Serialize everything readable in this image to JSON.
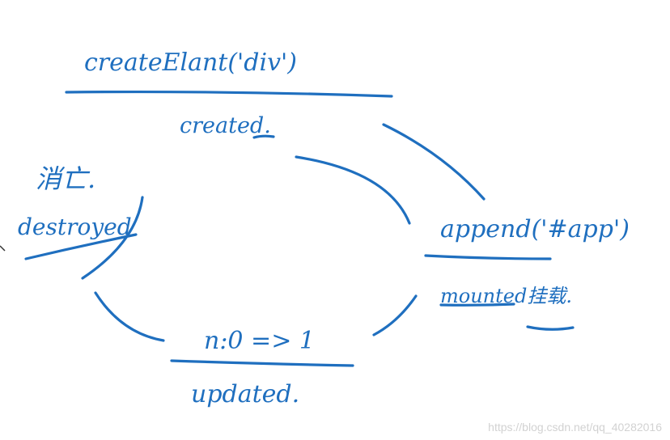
{
  "diagram": {
    "stroke_color": "#1f6fbf",
    "labels": {
      "create_element": "createElant('div')",
      "created": "created.",
      "append": "append('#app')",
      "mounted": "mounted挂载.",
      "update_cond": "n:0 => 1",
      "updated": "updated.",
      "destroy_cn": "消亡.",
      "destroyed": "destroyed"
    }
  },
  "watermark": "https://blog.csdn.net/qq_40282016"
}
